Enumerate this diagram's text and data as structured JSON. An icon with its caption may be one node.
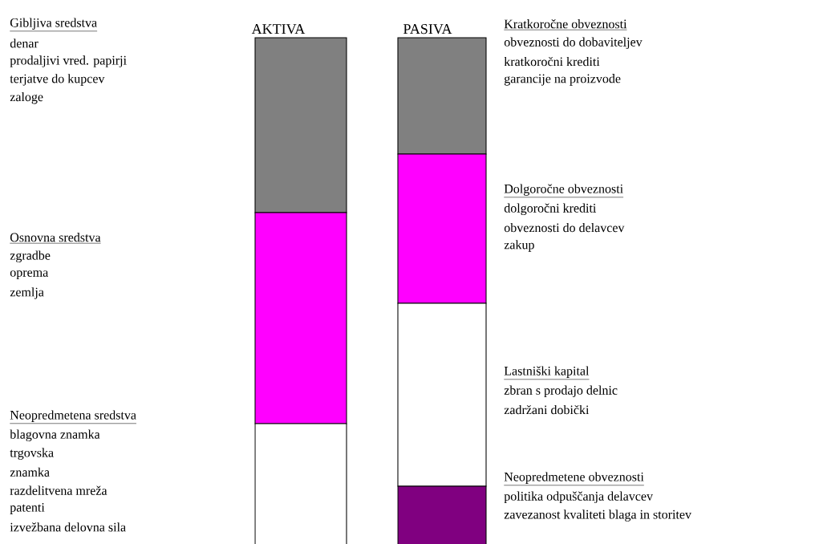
{
  "diagram": {
    "labels": [
      "AKTIVA",
      "PASIVA",
      "Gibljiva sredstva",
      "denar",
      "prodaljivi vred. papirji",
      "terjatve do kupcev",
      "zaloge",
      "Osnovna sredstva",
      "zgradbe",
      "oprema",
      "zemlja",
      "Neopredmetena sredstva",
      "blagovna znamka",
      "trgovska",
      "znamka",
      "razdelitvena mreža",
      "patenti",
      "izvežbana delovna sila",
      "Kratkoročne obveznosti",
      "obveznosti do dobaviteljev",
      "kratkoročni krediti",
      "garancije na proizvode",
      "Dolgoročne obveznosti",
      "dolgoročni krediti",
      "obveznosti do delavcev",
      "zakup",
      "Lastniški kapital",
      "zbran s prodajo delnic",
      "zadržani dobički",
      "Neopredmetene obveznosti",
      "politika odpuščanja delavcev",
      "zavezanost kvaliteti blaga in storitev"
    ]
  }
}
